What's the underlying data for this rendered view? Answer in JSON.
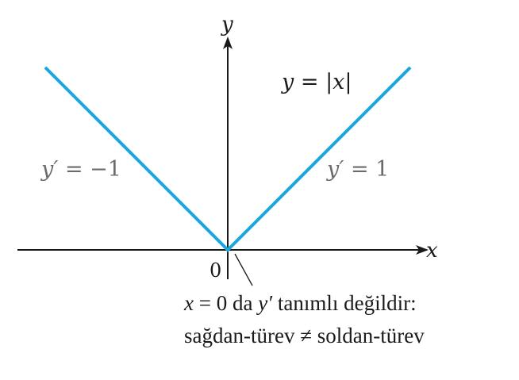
{
  "colors": {
    "curve": "#1aa7df",
    "axis": "#1a1a1a",
    "label_gray": "#6b6b6b",
    "text": "#1a1a1a"
  },
  "axes": {
    "x_label": "x",
    "y_label": "y",
    "origin_label": "0"
  },
  "function_label": {
    "y": "y",
    "eq": " = ",
    "bar_left": "|",
    "x": "x",
    "bar_right": "|"
  },
  "slope_left": {
    "yprime": "y′",
    "eq": " = −1"
  },
  "slope_right": {
    "yprime": "y′",
    "eq": " = 1"
  },
  "annotation": {
    "line1": {
      "x": "x",
      "eq": " = 0 da ",
      "yprime": "y′",
      "rest": " tanımlı değildir:"
    },
    "line2": "sağdan-türev ≠ soldan-türev"
  },
  "chart_data": {
    "type": "line",
    "series": [
      {
        "x": [
          -1,
          0,
          1
        ],
        "y": [
          1,
          0,
          1
        ]
      }
    ],
    "grid": false
  }
}
